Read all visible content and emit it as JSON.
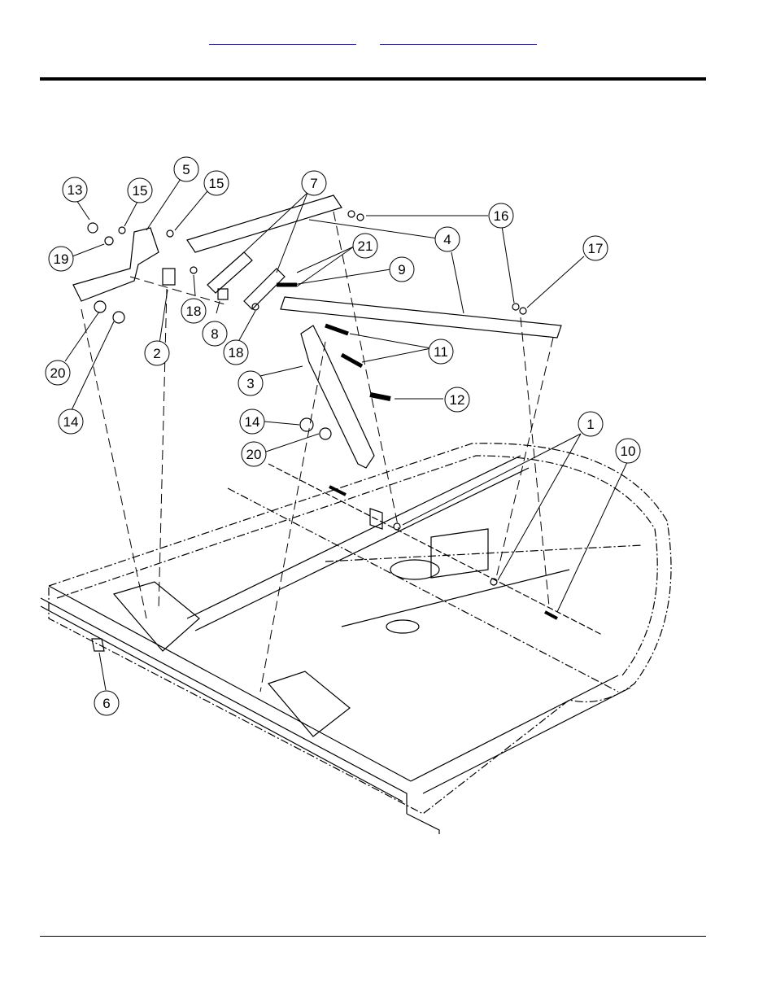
{
  "header": {
    "link_left": "",
    "link_right": ""
  },
  "diagram": {
    "callouts": [
      "13",
      "15",
      "5",
      "15",
      "7",
      "16",
      "19",
      "18",
      "2",
      "8",
      "18",
      "21",
      "9",
      "4",
      "17",
      "20",
      "14",
      "3",
      "11",
      "12",
      "14",
      "20",
      "1",
      "10",
      "6"
    ],
    "colors": {
      "line": "#000000",
      "link": "#0000ee"
    }
  }
}
